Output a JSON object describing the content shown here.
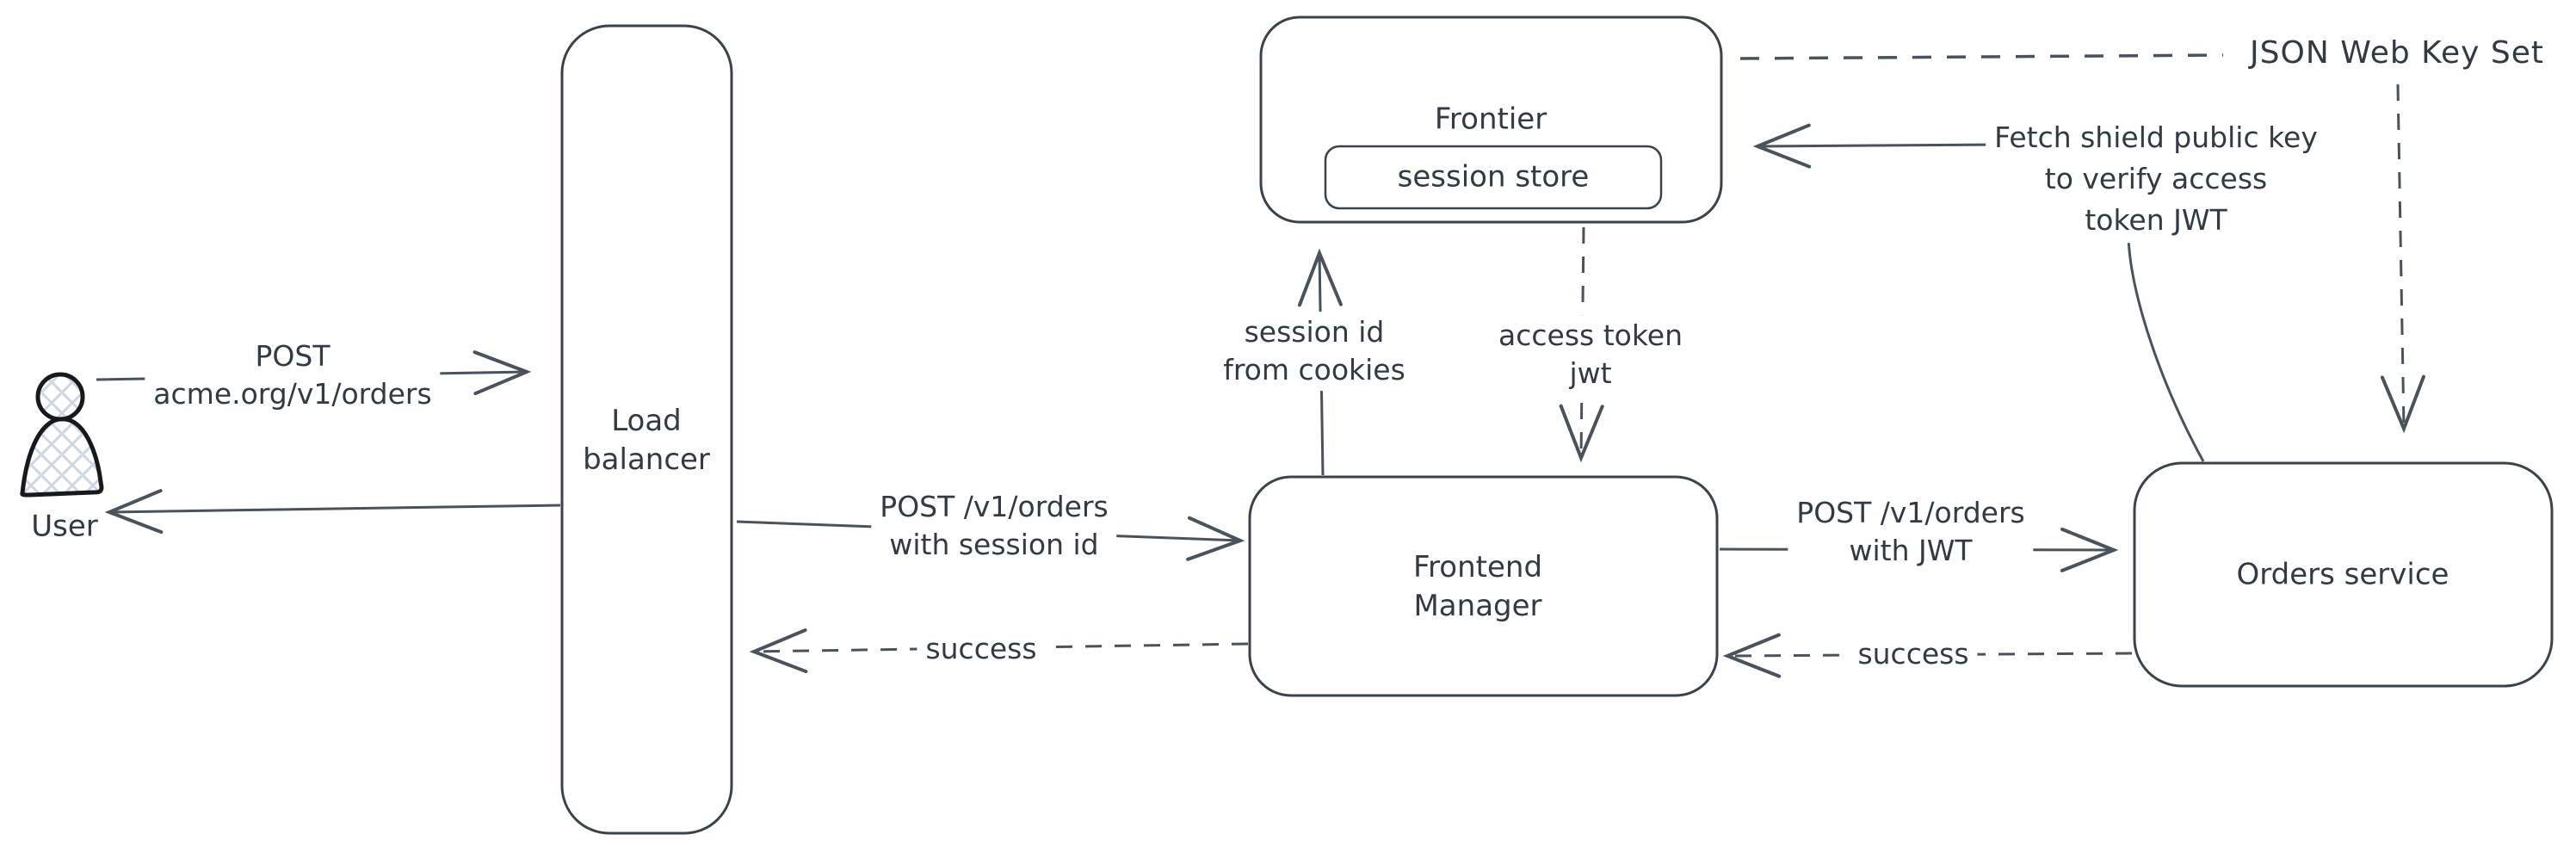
{
  "diagram": {
    "title": "Authentication / session flow diagram",
    "colors": {
      "background": "#ffffff",
      "box_stroke": "#3b4249",
      "arrow_stroke": "#4a525b",
      "text": "#333a42",
      "user_figure_stroke": "#17191c",
      "user_figure_hatch": "#cfd8e2"
    },
    "nodes": {
      "user": {
        "label": "User"
      },
      "load_balancer": {
        "label": "Load\nbalancer"
      },
      "frontier": {
        "label": "Frontier"
      },
      "session_store": {
        "label": "session store"
      },
      "frontend_manager": {
        "label": "Frontend\nManager"
      },
      "orders_service": {
        "label": "Orders service"
      },
      "jwks": {
        "label": "JSON Web Key Set"
      }
    },
    "edges": {
      "user_to_lb": {
        "label": "POST\nacme.org/v1/orders",
        "style": "solid",
        "from": "user",
        "to": "load_balancer"
      },
      "lb_to_user": {
        "label": "",
        "style": "solid",
        "from": "load_balancer",
        "to": "user"
      },
      "lb_to_fm": {
        "label": "POST /v1/orders\nwith session id",
        "style": "solid",
        "from": "load_balancer",
        "to": "frontend_manager"
      },
      "fm_to_lb": {
        "label": "success",
        "style": "dashed",
        "from": "frontend_manager",
        "to": "load_balancer"
      },
      "fm_to_frontier": {
        "label": "session id\nfrom cookies",
        "style": "solid",
        "from": "frontend_manager",
        "to": "frontier"
      },
      "frontier_to_fm": {
        "label": "access token\njwt",
        "style": "dashed",
        "from": "frontier",
        "to": "frontend_manager"
      },
      "fm_to_orders": {
        "label": "POST /v1/orders\nwith JWT",
        "style": "solid",
        "from": "frontend_manager",
        "to": "orders_service"
      },
      "orders_to_fm": {
        "label": "success",
        "style": "dashed",
        "from": "orders_service",
        "to": "frontend_manager"
      },
      "orders_to_frontier": {
        "label": "Fetch shield public key\nto verify access\ntoken JWT",
        "style": "solid",
        "from": "orders_service",
        "to": "frontier"
      },
      "frontier_to_jwks": {
        "label": "",
        "style": "dashed",
        "from": "frontier",
        "to": "jwks"
      },
      "jwks_to_orders": {
        "label": "",
        "style": "dashed",
        "from": "jwks",
        "to": "orders_service"
      }
    }
  }
}
